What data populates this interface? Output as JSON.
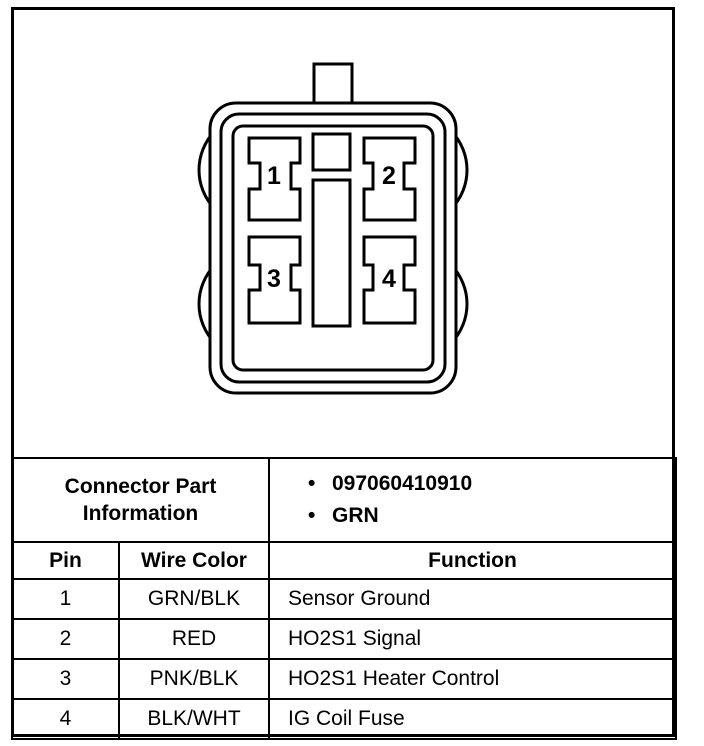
{
  "pins": [
    {
      "number": "1"
    },
    {
      "number": "2"
    },
    {
      "number": "3"
    },
    {
      "number": "4"
    }
  ],
  "connector_info": {
    "label_line1": "Connector Part",
    "label_line2": "Information",
    "items": [
      "097060410910",
      "GRN"
    ]
  },
  "table": {
    "headers": [
      "Pin",
      "Wire Color",
      "Function"
    ],
    "rows": [
      {
        "pin": "1",
        "wire_color": "GRN/BLK",
        "function": "Sensor Ground"
      },
      {
        "pin": "2",
        "wire_color": "RED",
        "function": "HO2S1 Signal"
      },
      {
        "pin": "3",
        "wire_color": "PNK/BLK",
        "function": "HO2S1 Heater Control"
      },
      {
        "pin": "4",
        "wire_color": "BLK/WHT",
        "function": "IG Coil Fuse"
      }
    ]
  }
}
